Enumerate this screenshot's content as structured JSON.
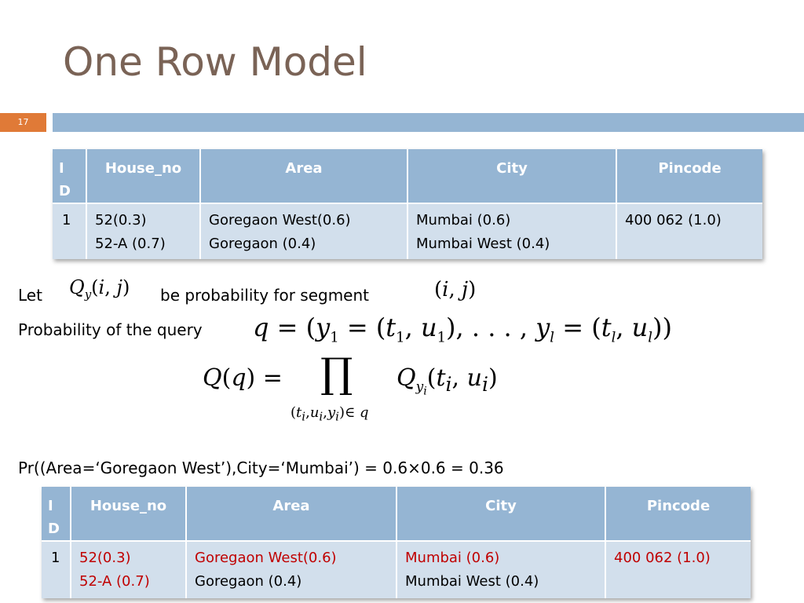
{
  "title": "One Row Model",
  "slide_number": "17",
  "table1": {
    "headers": {
      "id": "I D",
      "house": "House_no",
      "area": "Area",
      "city": "City",
      "pin": "Pincode"
    },
    "row": {
      "id": "1",
      "house": [
        "52(0.3)",
        "52-A (0.7)"
      ],
      "area": [
        "Goregaon West(0.6)",
        "Goregaon (0.4)"
      ],
      "city": [
        "Mumbai (0.6)",
        "Mumbai West (0.4)"
      ],
      "pin": "400 062 (1.0)"
    }
  },
  "text": {
    "let": "Let",
    "be_prob": "be probability for segment",
    "prob_query": "Probability of the query",
    "pr_line": "Pr((Area=‘Goregaon West’),City=‘Mumbai’) = 0.6×0.6 = 0.36"
  },
  "formulas": {
    "qy": "Q_y(i, j)",
    "segment": "(i, j)",
    "query": "q = (y_1 = (t_1, u_1), . . . , y_l = (t_l, u_l))",
    "product": "Q(q) = ∏_{(t_i,u_i,y_i) ∈ q} Q_{y_i}(t_i, u_i)"
  },
  "table2": {
    "headers": {
      "id": "I D",
      "house": "House_no",
      "area": "Area",
      "city": "City",
      "pin": "Pincode"
    },
    "row": {
      "id": "1",
      "house": [
        "52(0.3)",
        "52-A (0.7)"
      ],
      "area": [
        "Goregaon West(0.6)",
        "Goregaon (0.4)"
      ],
      "city": [
        "Mumbai (0.6)",
        "Mumbai West (0.4)"
      ],
      "pin": "400 062 (1.0)"
    }
  },
  "colors": {
    "title": "#7a6356",
    "accent_orange": "#e07a37",
    "header_blue": "#95b5d3",
    "cell_blue": "#d2dfec",
    "highlight_red": "#c00000"
  }
}
